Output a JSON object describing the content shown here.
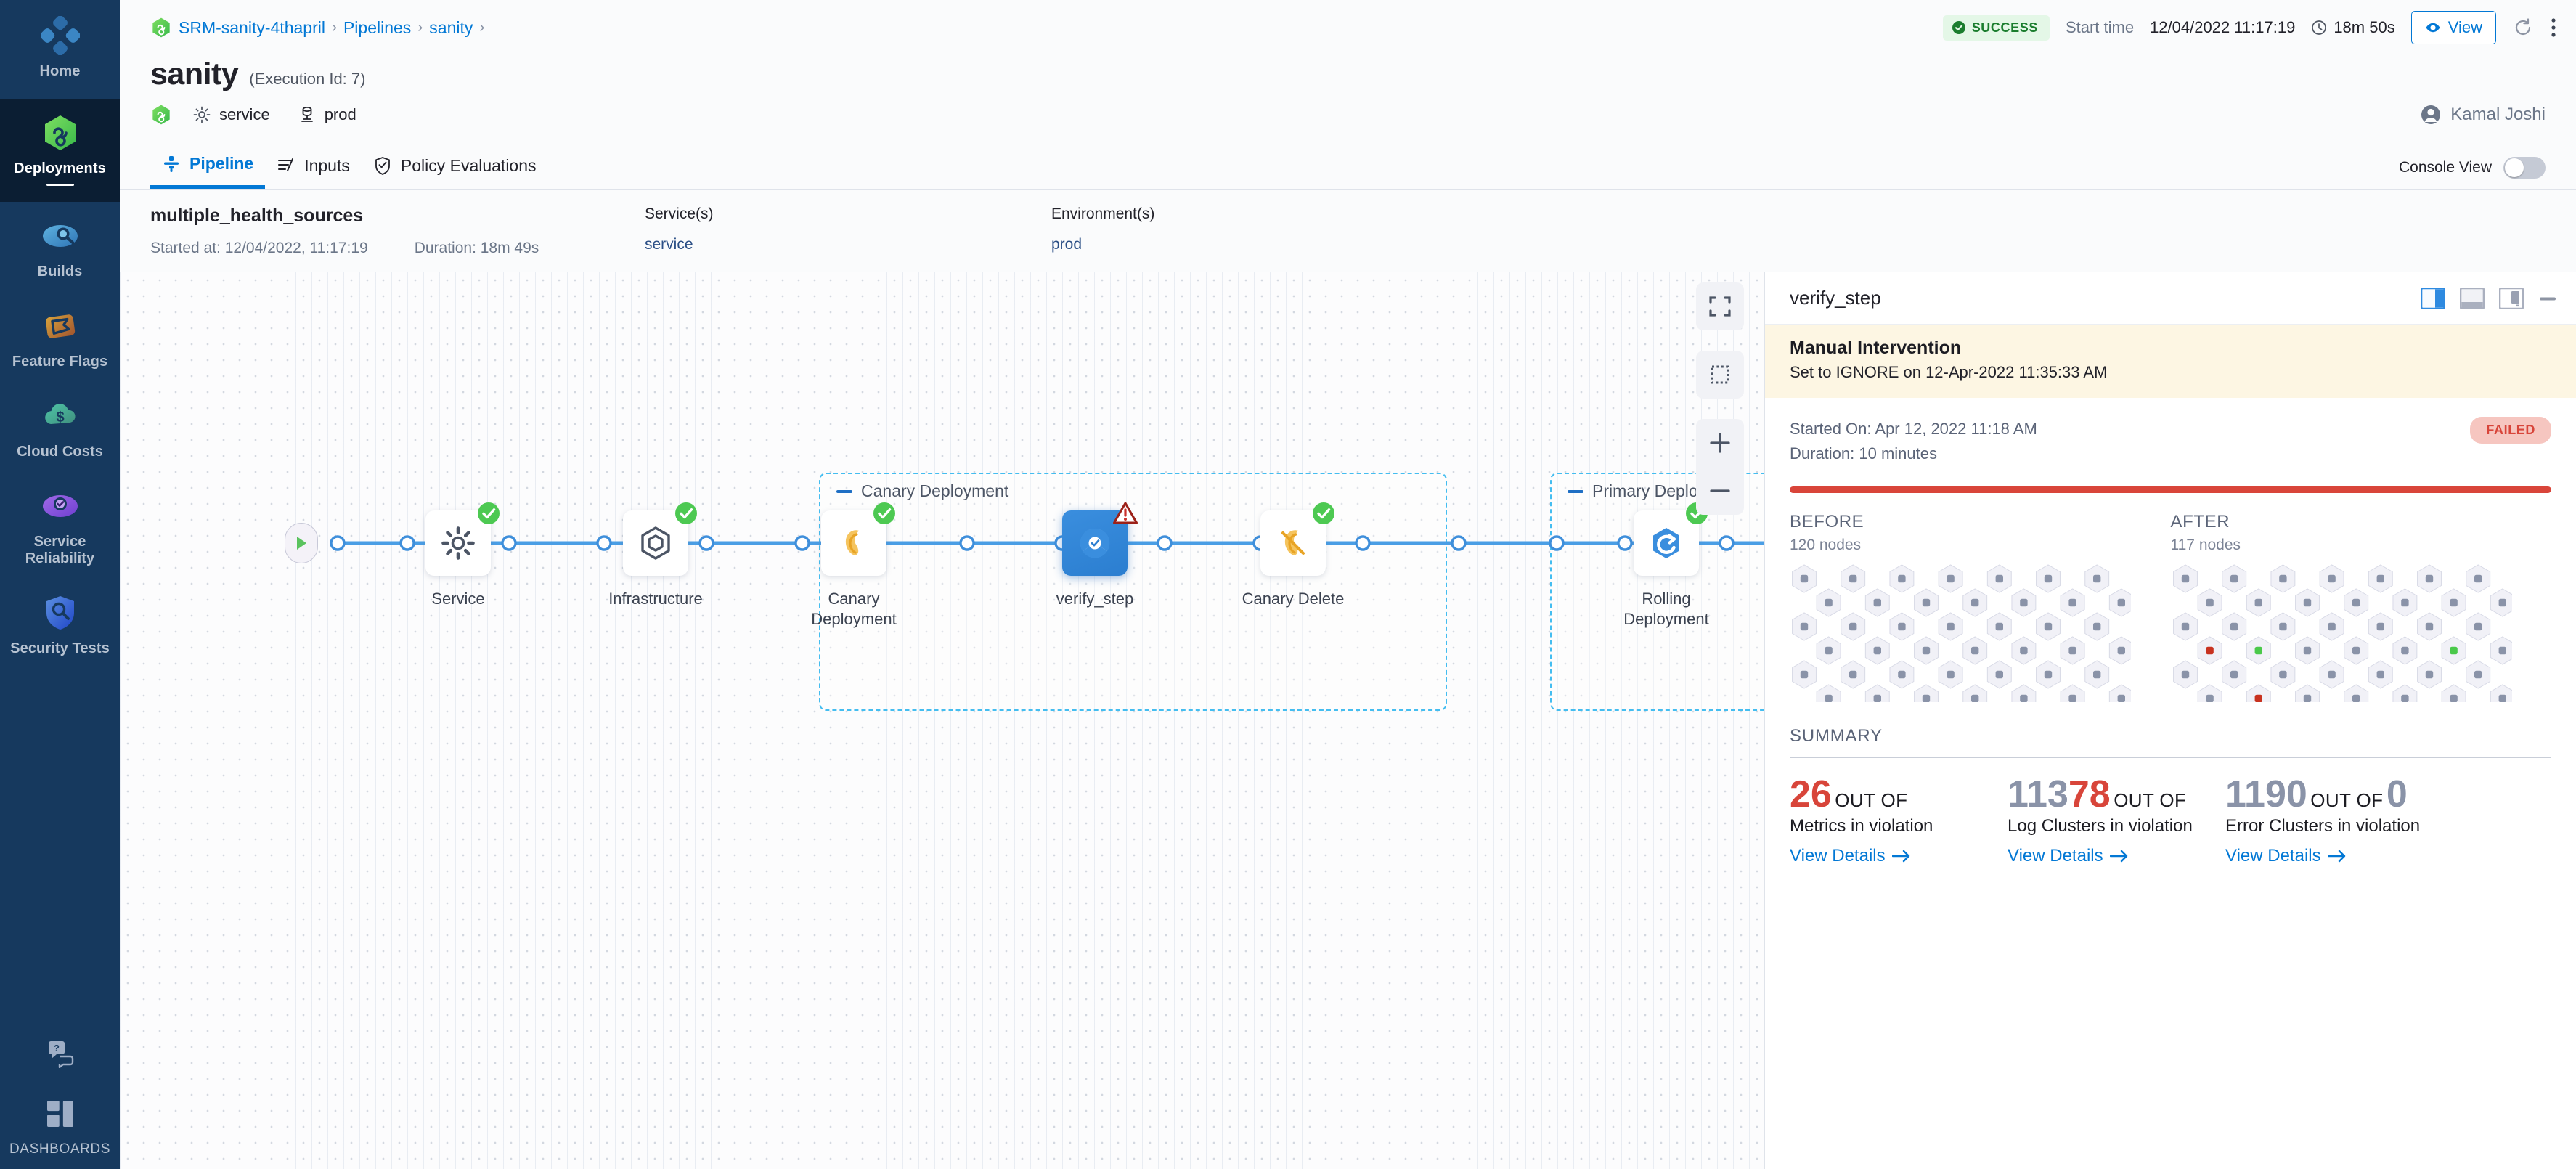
{
  "leftnav": {
    "items": [
      {
        "label": "Home",
        "icon": "home-icon",
        "active": false
      },
      {
        "label": "Deployments",
        "icon": "deployments-icon",
        "active": true
      },
      {
        "label": "Builds",
        "icon": "builds-icon",
        "active": false
      },
      {
        "label": "Feature Flags",
        "icon": "feature-flags-icon",
        "active": false
      },
      {
        "label": "Cloud Costs",
        "icon": "cloud-costs-icon",
        "active": false
      },
      {
        "label": "Service Reliability",
        "icon": "service-reliability-icon",
        "active": false
      },
      {
        "label": "Security Tests",
        "icon": "security-tests-icon",
        "active": false
      }
    ],
    "help_icon": "help-chat-icon",
    "dashboards": {
      "label": "DASHBOARDS",
      "icon": "dashboards-icon"
    }
  },
  "topbar": {
    "breadcrumbs": [
      {
        "label": "SRM-sanity-4thapril",
        "icon": "project-icon"
      },
      {
        "label": "Pipelines"
      },
      {
        "label": "sanity"
      }
    ],
    "status": "SUCCESS",
    "start_time_label": "Start time",
    "start_time_value": "12/04/2022 11:17:19",
    "duration": "18m 50s",
    "view_button": "View",
    "refresh_icon": "refresh-icon",
    "more_icon": "more-vertical-icon"
  },
  "header": {
    "title": "sanity",
    "execution_id": "(Execution Id: 7)",
    "service": "service",
    "environment": "prod",
    "user": "Kamal Joshi"
  },
  "tabs": [
    {
      "label": "Pipeline",
      "icon": "pipeline-icon",
      "active": true
    },
    {
      "label": "Inputs",
      "icon": "inputs-icon",
      "active": false
    },
    {
      "label": "Policy Evaluations",
      "icon": "policy-shield-icon",
      "active": false
    }
  ],
  "console_view": {
    "label": "Console View",
    "enabled": false
  },
  "execution": {
    "name": "multiple_health_sources",
    "started_at": "Started at: 12/04/2022, 11:17:19",
    "duration": "Duration: 18m 49s",
    "services_header": "Service(s)",
    "services_value": "service",
    "environments_header": "Environment(s)",
    "environments_value": "prod"
  },
  "canvas": {
    "tools": [
      {
        "name": "fit-to-screen-icon"
      },
      {
        "name": "selection-box-icon"
      },
      {
        "name": "zoom-in-icon"
      },
      {
        "name": "zoom-out-icon"
      }
    ],
    "groups": [
      {
        "label": "Canary Deployment"
      },
      {
        "label": "Primary Deploy..."
      }
    ],
    "nodes": [
      {
        "label": "Service",
        "icon": "gear-icon",
        "status": "success",
        "selected": false
      },
      {
        "label": "Infrastructure",
        "icon": "infrastructure-hex-icon",
        "status": "success",
        "selected": false
      },
      {
        "label": "Canary Deployment",
        "icon": "canary-bird-icon",
        "status": "success",
        "selected": false
      },
      {
        "label": "verify_step",
        "icon": "verify-icon",
        "status": "warning",
        "selected": true
      },
      {
        "label": "Canary Delete",
        "icon": "canary-delete-icon",
        "status": "success",
        "selected": false
      },
      {
        "label": "Rolling Deployment",
        "icon": "rolling-deployment-icon",
        "status": "success",
        "selected": false
      }
    ]
  },
  "panel": {
    "title": "verify_step",
    "icons": [
      {
        "name": "panel-right-icon",
        "active": true
      },
      {
        "name": "panel-bottom-icon",
        "active": false
      },
      {
        "name": "panel-float-icon",
        "active": false
      },
      {
        "name": "minimize-icon",
        "active": false
      }
    ],
    "manual_intervention": {
      "title": "Manual Intervention",
      "subtitle": "Set to IGNORE on 12-Apr-2022 11:35:33 AM"
    },
    "started_on": "Started On: Apr 12, 2022 11:18 AM",
    "duration": "Duration: 10 minutes",
    "status": "FAILED",
    "before": {
      "title": "BEFORE",
      "nodes": "120 nodes"
    },
    "after": {
      "title": "AFTER",
      "nodes": "117 nodes"
    },
    "summary_title": "SUMMARY",
    "stats": [
      {
        "value_parts": [
          {
            "text": "26",
            "color": "red"
          }
        ],
        "out_of": "OUT OF",
        "description": "Metrics in violation",
        "link": "View Details"
      },
      {
        "value_parts": [
          {
            "text": "113",
            "color": "gray"
          },
          {
            "text": "78",
            "color": "red"
          }
        ],
        "out_of": "OUT OF",
        "description": "Log Clusters in violation",
        "link": "View Details"
      },
      {
        "value_parts": [
          {
            "text": "1190",
            "color": "gray"
          }
        ],
        "out_of": "OUT OF",
        "out_of_value": "0",
        "description": "Error Clusters in violation",
        "link": "View Details"
      }
    ]
  },
  "colors": {
    "accent": "#0278d5",
    "success": "#4dc952",
    "failed": "#d8453a",
    "nav_bg": "#16395e",
    "nav_active_bg": "#0b1e33",
    "hex_gray": "#8a93a8",
    "hex_red": "#c8321f",
    "hex_green": "#4ac94a"
  }
}
